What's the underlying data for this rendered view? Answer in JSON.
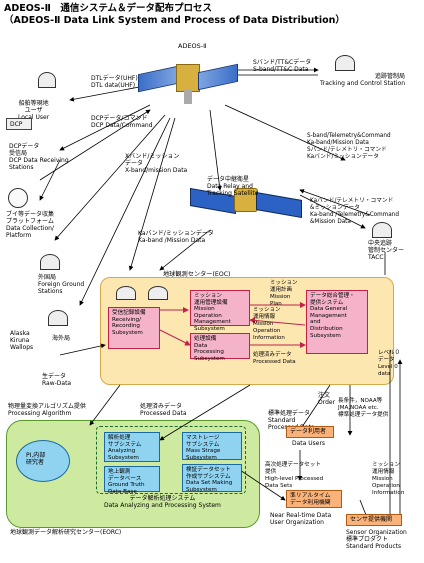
{
  "title": {
    "jp": "ADEOS-Ⅱ　通信システム＆データ配布プロセス",
    "en": "（ADEOS-Ⅱ Data Link System and Process of Data Distribution）"
  },
  "nodes": {
    "satellite": "ADEOS-Ⅱ",
    "local_user": "船舶等現地\nユーザ\nLocal User",
    "dcp": "DCP",
    "dcp_station": "DCPデータ\n受信局\nDCP Data Receiving\nStations",
    "buoy": "ブイ等データ収集\nプラットフォーム\nData Collection/\nPlatform",
    "foreign": "外国局\nForeign Ground\nStations",
    "overseas": "Alaska\nKiruna\nWallops",
    "overseas_label": "海外局",
    "tracking": "追跡管制局\nTracking and Control Station",
    "relay_sat": "データ中継衛星\nData Relay and\nTracking Satellite",
    "tacc": "中央追跡\n管制センター\nTACC"
  },
  "links": {
    "dtl": "DTLデータ(UHF)\nDTL data(UHF)",
    "dcp_cmd": "DCPデータ/コマンド\nDCP Data/Command",
    "sband_tt": "Sバンド/TT&Cデータ\nS-band/TT&C Data",
    "xband": "Xバンド/ミッション\nデータ\nX-band/mission Data",
    "s_ka": "S-band/Telemetry&Command\nKa-band/Mission Data\nSバンド/テレメトリ・コマンド\nKaバンド/ミッションデータ",
    "ka_relay": "Kaバンド/テレメトリ・コマンド\n&ミッションデータ\nKa-band /Telemetry&Command\n&Mission Data",
    "ka_mission": "Kaバンド/ミッションデータ\nKa-band /Mission Data",
    "raw": "生データ\nRaw-Data",
    "phys_algo": "物理量変換アルゴリズム提供\nProcessing Algorithm",
    "processed": "処理済みデータ\nProcessed Data",
    "standard": "標準処理データ\nStandard\nProcessed Data",
    "order": "注文\nOrder",
    "level0": "レベル０\nデータ\nLevel 0\ndata",
    "mission_plan": "ミッション\n運用計画\nMission\nPlan",
    "mission_info": "ミッション\n運用情報\nMission\nOperation\nInformation",
    "noaa": "長条件，NOAA等\nJMA,NOAA etc.\n標準処理データ提供",
    "high_level": "高次処理データセット\n提供\nHigh-level Processed\nData Sets",
    "mission_info2": "ミッション\n運用情報\nMission\nOperation\nInformation",
    "sensor_org": "Sensor Organization\n標準プロダクト\nStandard Products"
  },
  "eoc": {
    "label": "地球観測センター(EOC)",
    "receiving": "受信記録設備\nReceiving/\nRecording\nSubsystem",
    "mission_mgmt": "ミッション\n運用管理設備\nMission\nOperation\nManagement\nSubsystem",
    "data_proc": "処理設備\nData\nProcessing\nSubsystem",
    "mission_op_info": "ミッション\n運用情報\nMission\nOperation\nInformation",
    "processed_data": "処理済みデータ\nProcessed Data",
    "general_mgmt": "データ総合管理・\n提供システム\nData General\nManagement\nand\nDistribution\nSubsystem"
  },
  "eorc": {
    "label": "地球観測データ解析研究センター(EORC)",
    "analysis_label": "データ解析処理システム\nData Analyzing and Processing System",
    "pi": "PI,内部\n研究者",
    "analyzing": "解析処理\nサブシステム\nAnalyzing\nSubsystem",
    "ground_truth": "地上観測\nデータベース\nGround Truth\nData Base",
    "mass_storage": "マストレージ\nサブシステム\nMass Strage\nSubsystem",
    "data_set": "検証データセット\n作成サブシステム\nData Set Making\nSubsystem",
    "processed_data_in": "処理済みデータ\nProcessed Data"
  },
  "users": {
    "data_users_jp": "データ利用者",
    "data_users_en": "Data Users",
    "nrt_jp": "準リアルタイム\nデータ利用機関",
    "nrt_en": "Near Real-time Data\nUser Organization",
    "sensor_jp": "センサ提供機関"
  },
  "colors": {
    "eoc_bg": "#fde7b1",
    "eorc_bg": "#cdeaa0",
    "pink": "#f4b3c8",
    "blue": "#8fd3f1",
    "peach": "#f9b37a",
    "relay_panel": "#2b62c4",
    "arrow": "#000000",
    "eoc_arrow": "#c0224a"
  }
}
